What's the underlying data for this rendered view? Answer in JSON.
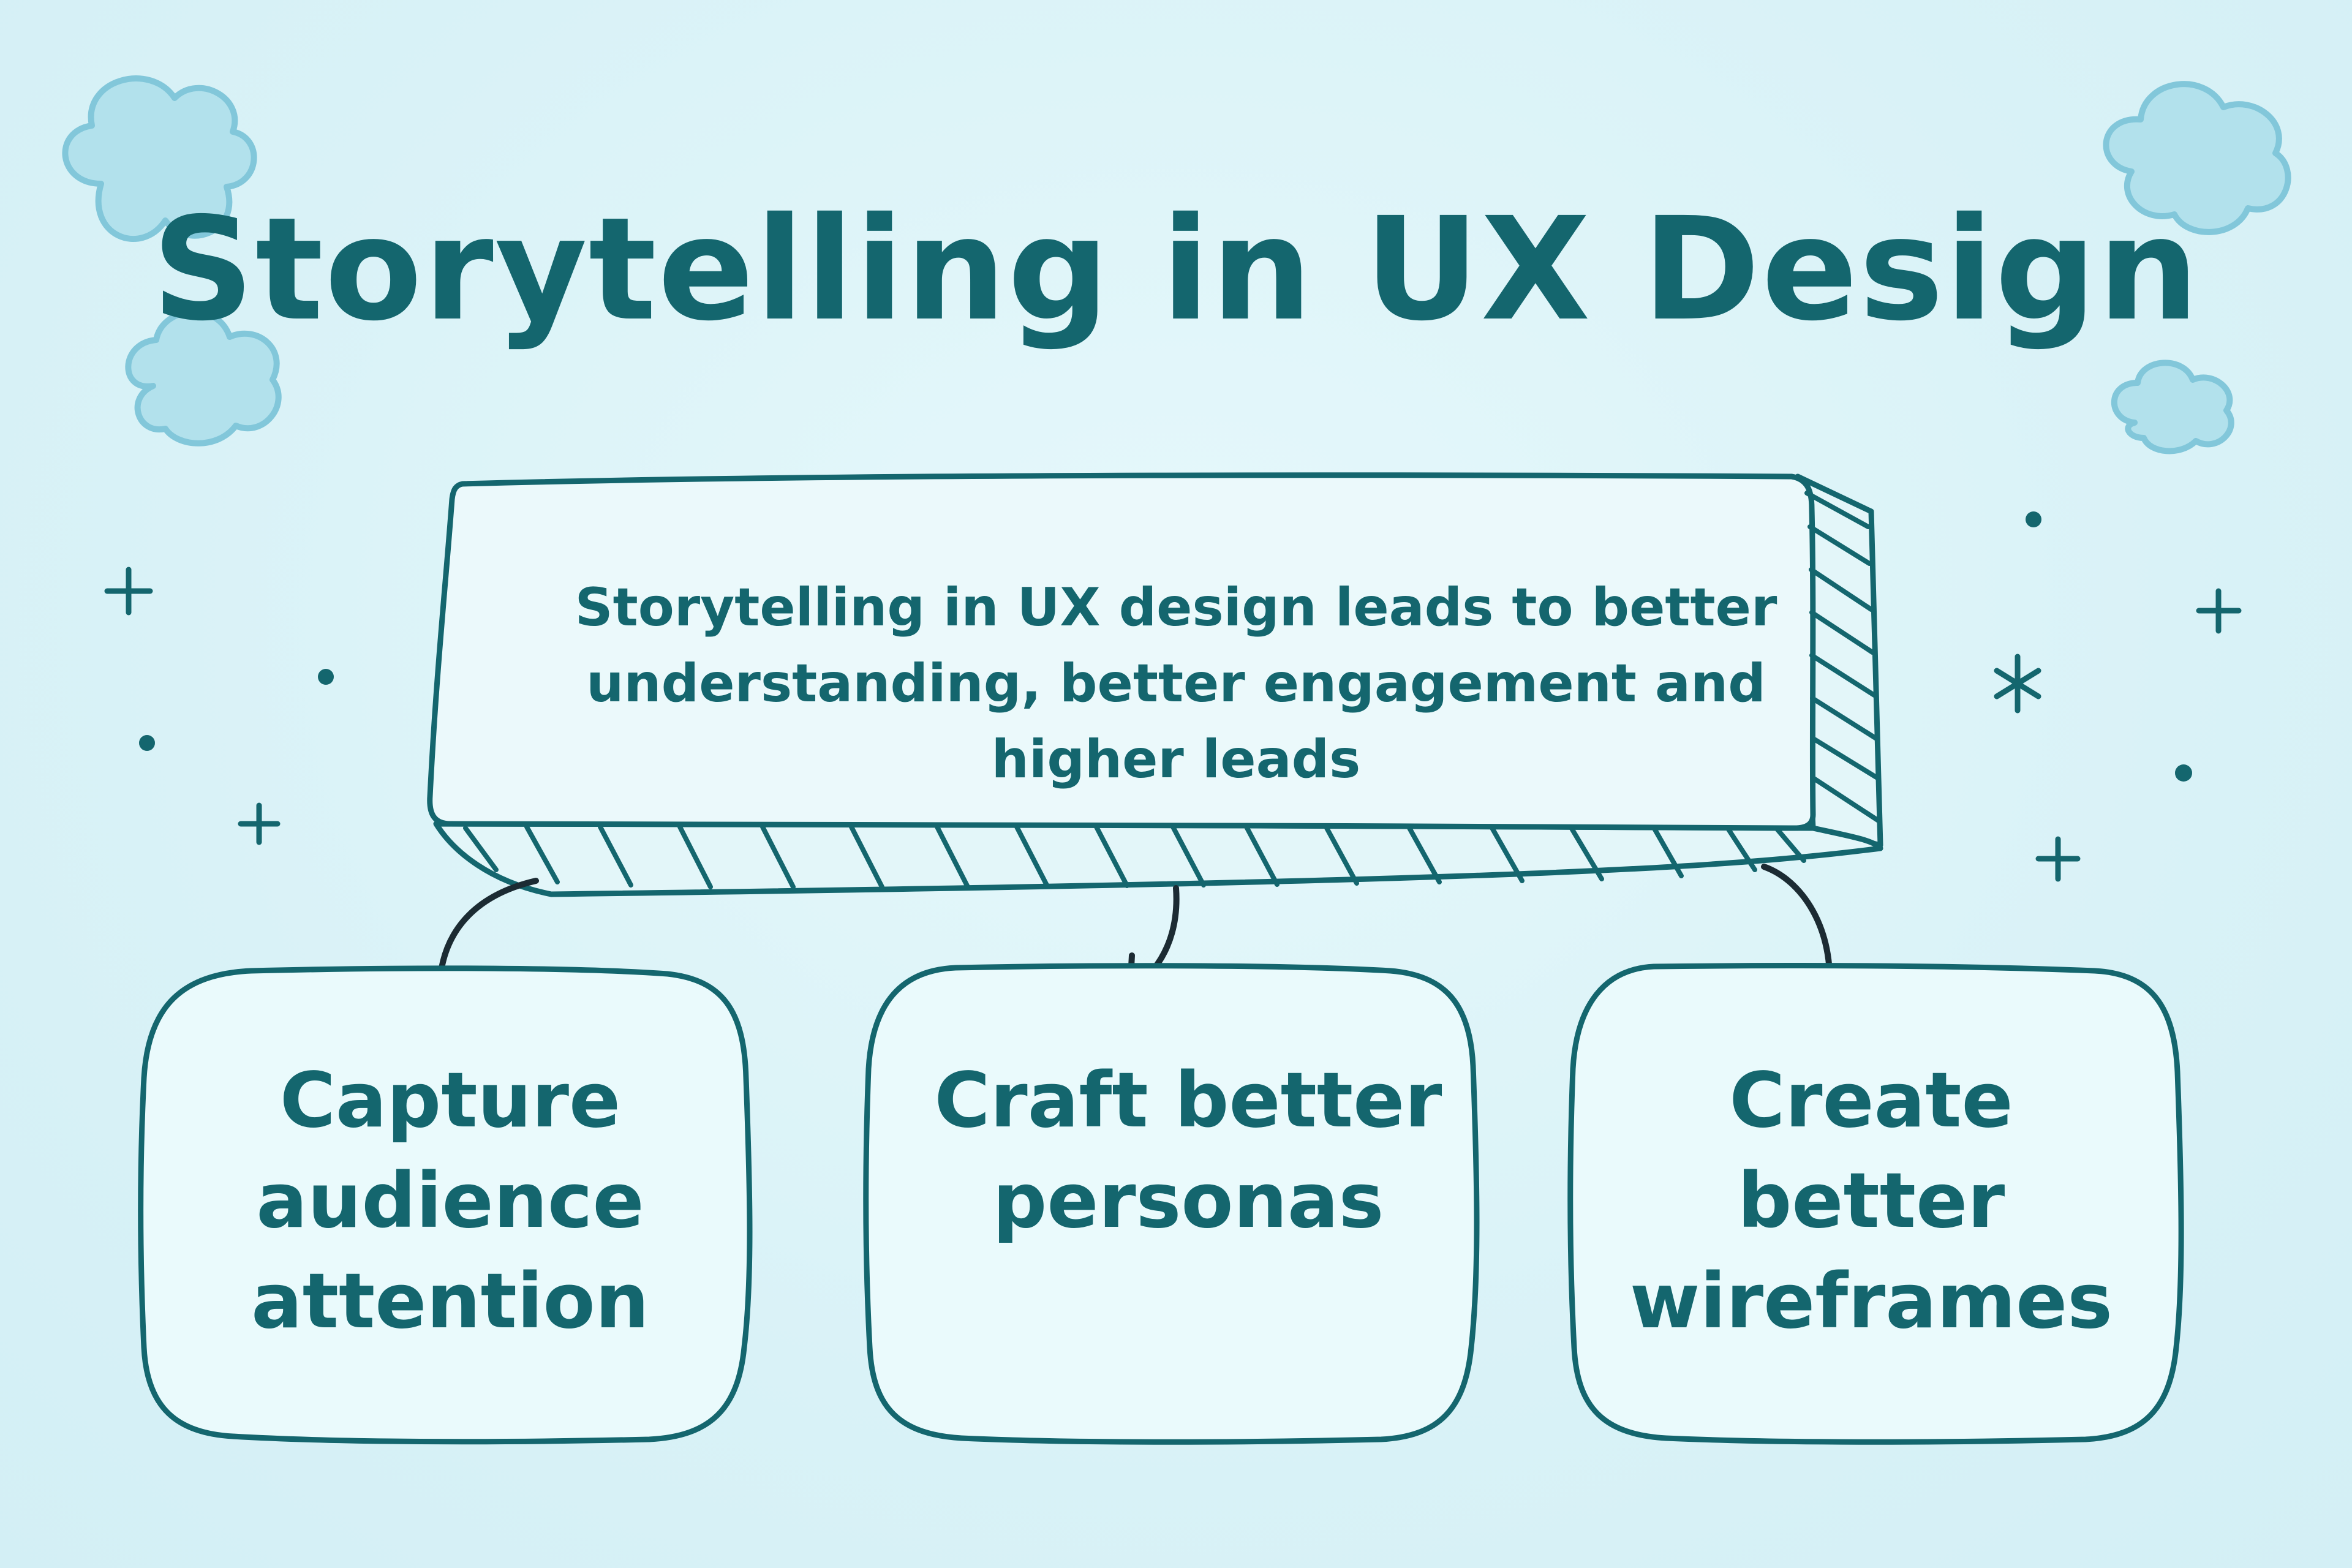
{
  "title": "Storytelling in UX Design",
  "main_node": {
    "text": "Storytelling in UX design leads to better understanding, better engagement and higher leads"
  },
  "children": [
    {
      "label": "Capture audience attention"
    },
    {
      "label": "Craft better personas"
    },
    {
      "label": "Create better wireframes"
    }
  ],
  "colors": {
    "background": "#dbf3f8",
    "ink": "#14666e",
    "cloud_fill": "#b2e1ec",
    "cloud_stroke": "#82c7da",
    "arrow": "#1c2b33",
    "box_fill": "#eafafc"
  }
}
